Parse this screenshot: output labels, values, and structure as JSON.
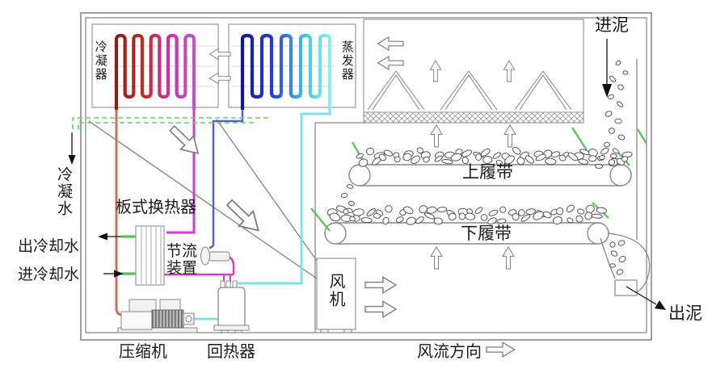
{
  "diagram": {
    "labels": {
      "condenser": "冷凝器",
      "evaporator": "蒸发器",
      "sludge_in": "进泥",
      "sludge_out": "出泥",
      "upper_belt": "上履带",
      "lower_belt": "下履带",
      "condensate_water": "冷凝水",
      "cooling_water_out": "出冷却水",
      "cooling_water_in": "进冷却水",
      "plate_heat_exchanger": "板式换热器",
      "throttle_device": "节流装置",
      "compressor": "压缩机",
      "regenerator": "回热器",
      "fan": "风机",
      "air_flow_direction": "风流方向"
    },
    "colors": {
      "condenser_coil_start": "#8a2015",
      "condenser_coil_end": "#bf55cd",
      "evaporator_coil_start": "#14149a",
      "evaporator_coil_end": "#8fecf2",
      "hot_gas_pipe": "#cb6e66",
      "liquid_pipe": "#d63ad4",
      "expansion_pipe": "#5a63b4",
      "suction_pipe": "#7de2e8",
      "water_pipe": "#55c455",
      "condensate_drain": "#66d468",
      "line_gray": "#8a8a8a"
    }
  }
}
